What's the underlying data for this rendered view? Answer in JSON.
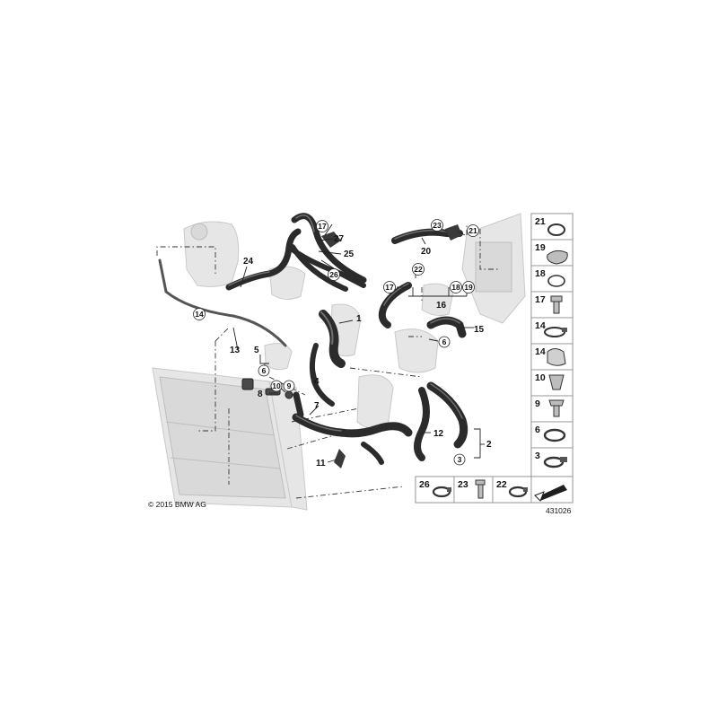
{
  "diagram": {
    "copyright": "© 2015 BMW AG",
    "diagram_number": "431026",
    "callouts": [
      "1",
      "2",
      "3",
      "4",
      "5",
      "6",
      "7",
      "8",
      "9",
      "10",
      "11",
      "12",
      "13",
      "14",
      "15",
      "16",
      "17",
      "18",
      "19",
      "20",
      "21",
      "22",
      "23",
      "24",
      "25",
      "26",
      "27"
    ],
    "legend_right": [
      "21",
      "19",
      "18",
      "17",
      "14",
      "14",
      "10",
      "9",
      "6",
      "3"
    ],
    "legend_bottom": [
      "26",
      "23",
      "22"
    ]
  }
}
